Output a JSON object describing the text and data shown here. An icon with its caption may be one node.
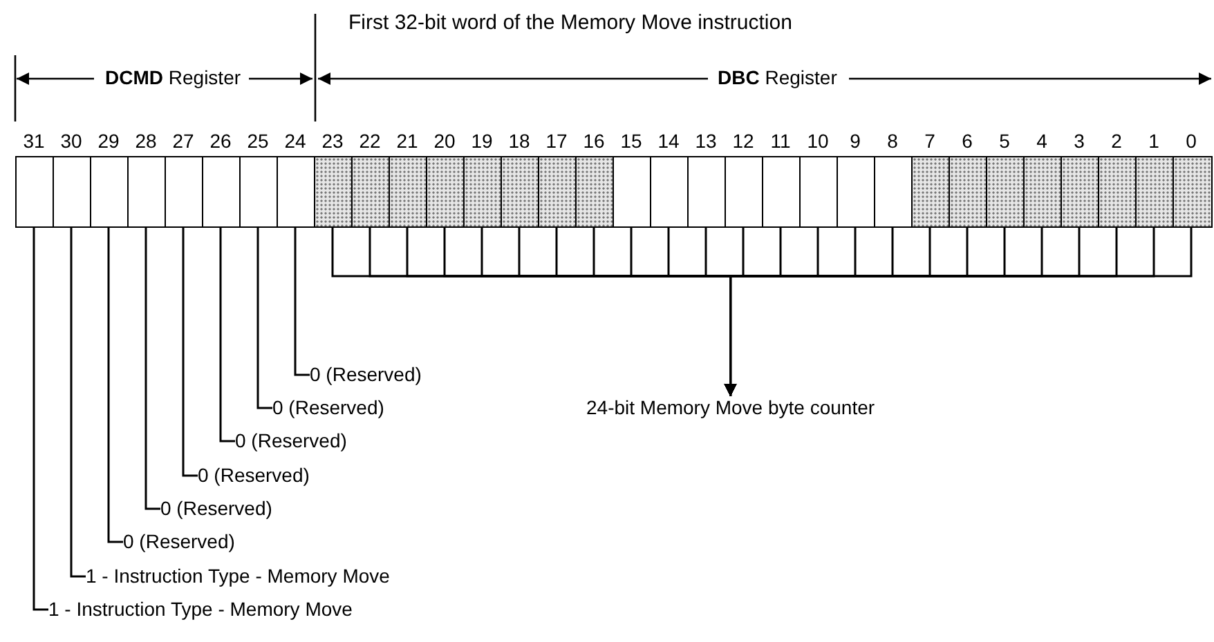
{
  "diagram": {
    "title": "First 32-bit word of the Memory Move instruction",
    "nodes": [
      {
        "text": [
          "31"
        ]
      },
      {
        "text": [
          "30"
        ]
      },
      {
        "text": [
          "29"
        ]
      },
      {
        "text": [
          "28"
        ]
      },
      {
        "text": [
          "27"
        ]
      },
      {
        "text": [
          "26"
        ]
      },
      {
        "text": [
          "25"
        ]
      },
      {
        "text": [
          "24"
        ]
      },
      {
        "text": [
          "23"
        ]
      },
      {
        "text": [
          "22"
        ]
      },
      {
        "text": [
          "21"
        ]
      },
      {
        "text": [
          "20"
        ]
      },
      {
        "text": [
          "19"
        ]
      },
      {
        "text": [
          "18"
        ]
      },
      {
        "text": [
          "17"
        ]
      },
      {
        "text": [
          "16"
        ]
      },
      {
        "text": [
          "15"
        ]
      },
      {
        "text": [
          "14"
        ]
      },
      {
        "text": [
          "13"
        ]
      },
      {
        "text": [
          "12"
        ]
      },
      {
        "text": [
          "11"
        ]
      },
      {
        "text": [
          "10"
        ]
      },
      {
        "text": [
          "9"
        ]
      },
      {
        "text": [
          "8"
        ]
      },
      {
        "text": [
          "7"
        ]
      },
      {
        "text": [
          "6"
        ]
      },
      {
        "text": [
          "5"
        ]
      },
      {
        "text": [
          "4"
        ]
      },
      {
        "text": [
          "3"
        ]
      },
      {
        "text": [
          "2"
        ]
      },
      {
        "text": [
          "1"
        ]
      },
      {
        "text": [
          "0"
        ]
      },
      {
        "text": [
          "0 (Reserved)"
        ]
      },
      {
        "text": [
          "24-bit Memory Move byte counter"
        ]
      },
      {
        "text": [
          "0 (Reserved)"
        ]
      },
      {
        "text": [
          "0 (Reserved)"
        ]
      },
      {
        "text": [
          "0 (Reserved)"
        ]
      },
      {
        "text": [
          "0 (Reserved)"
        ]
      },
      {
        "text": [
          "0 (Reserved)"
        ]
      },
      {
        "text": [
          "1 - Instruction Type - Memory Move"
        ]
      },
      {
        "text": [
          "1 - Instruction Type - Memory Move"
        ]
      }
    ],
    "edges": [
      {
        "from": 40,
        "to": 0,
        "arrow": "none"
      },
      {
        "from": 39,
        "to": 1,
        "arrow": "none"
      },
      {
        "from": 38,
        "to": 2,
        "arrow": "none"
      },
      {
        "from": 37,
        "to": 3,
        "arrow": "none"
      },
      {
        "from": 36,
        "to": 4,
        "arrow": "none"
      },
      {
        "from": 35,
        "to": 5,
        "arrow": "none"
      },
      {
        "from": 34,
        "to": 6,
        "arrow": "none"
      },
      {
        "from": 32,
        "to": 7,
        "arrow": "none"
      },
      {
        "from": 8,
        "to": 33,
        "arrow": "to"
      },
      {
        "from": 9,
        "to": 33,
        "arrow": "to"
      },
      {
        "from": 10,
        "to": 33,
        "arrow": "to"
      },
      {
        "from": 11,
        "to": 33,
        "arrow": "to"
      },
      {
        "from": 12,
        "to": 33,
        "arrow": "to"
      },
      {
        "from": 13,
        "to": 33,
        "arrow": "to"
      },
      {
        "from": 14,
        "to": 33,
        "arrow": "to"
      },
      {
        "from": 15,
        "to": 33,
        "arrow": "to"
      },
      {
        "from": 16,
        "to": 33,
        "arrow": "to"
      },
      {
        "from": 17,
        "to": 33,
        "arrow": "to"
      },
      {
        "from": 18,
        "to": 33,
        "arrow": "to"
      },
      {
        "from": 19,
        "to": 33,
        "arrow": "to"
      },
      {
        "from": 20,
        "to": 33,
        "arrow": "to"
      },
      {
        "from": 21,
        "to": 33,
        "arrow": "to"
      },
      {
        "from": 22,
        "to": 33,
        "arrow": "to"
      },
      {
        "from": 23,
        "to": 33,
        "arrow": "to"
      },
      {
        "from": 24,
        "to": 33,
        "arrow": "to"
      },
      {
        "from": 25,
        "to": 33,
        "arrow": "to"
      },
      {
        "from": 26,
        "to": 33,
        "arrow": "to"
      },
      {
        "from": 27,
        "to": 33,
        "arrow": "to"
      },
      {
        "from": 28,
        "to": 33,
        "arrow": "to"
      },
      {
        "from": 29,
        "to": 33,
        "arrow": "to"
      },
      {
        "from": 30,
        "to": 33,
        "arrow": "to"
      },
      {
        "from": 31,
        "to": 33,
        "arrow": "to"
      }
    ],
    "labels": [
      "**DCMD** Register",
      "**DBC** Register"
    ]
  }
}
